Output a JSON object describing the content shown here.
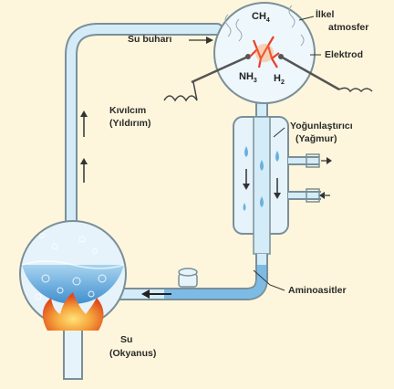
{
  "labels": {
    "su_buhari": "Su buharı",
    "ilkel": "İlkel",
    "atmosfer": "atmosfer",
    "elektrod": "Elektrod",
    "kivilcim": "Kıvılcım",
    "yildirim": "(Yıldırım)",
    "yogunlastirici": "Yoğunlaştırıcı",
    "yagmur": "(Yağmur)",
    "aminoasitler": "Aminoasitler",
    "su": "Su",
    "okyanus": "(Okyanus)"
  },
  "chemicals": {
    "ch4_base": "CH",
    "ch4_sub": "4",
    "nh3_base": "NH",
    "nh3_sub": "3",
    "h2_base": "H",
    "h2_sub": "2"
  },
  "colors": {
    "background": "#fdf6dc",
    "glass_water": "#5aa6dc",
    "tube_fill": "#d4ecf7",
    "tube_stroke": "#7a8f99",
    "spark": "#e8402a",
    "flame": "#f08a2a"
  }
}
